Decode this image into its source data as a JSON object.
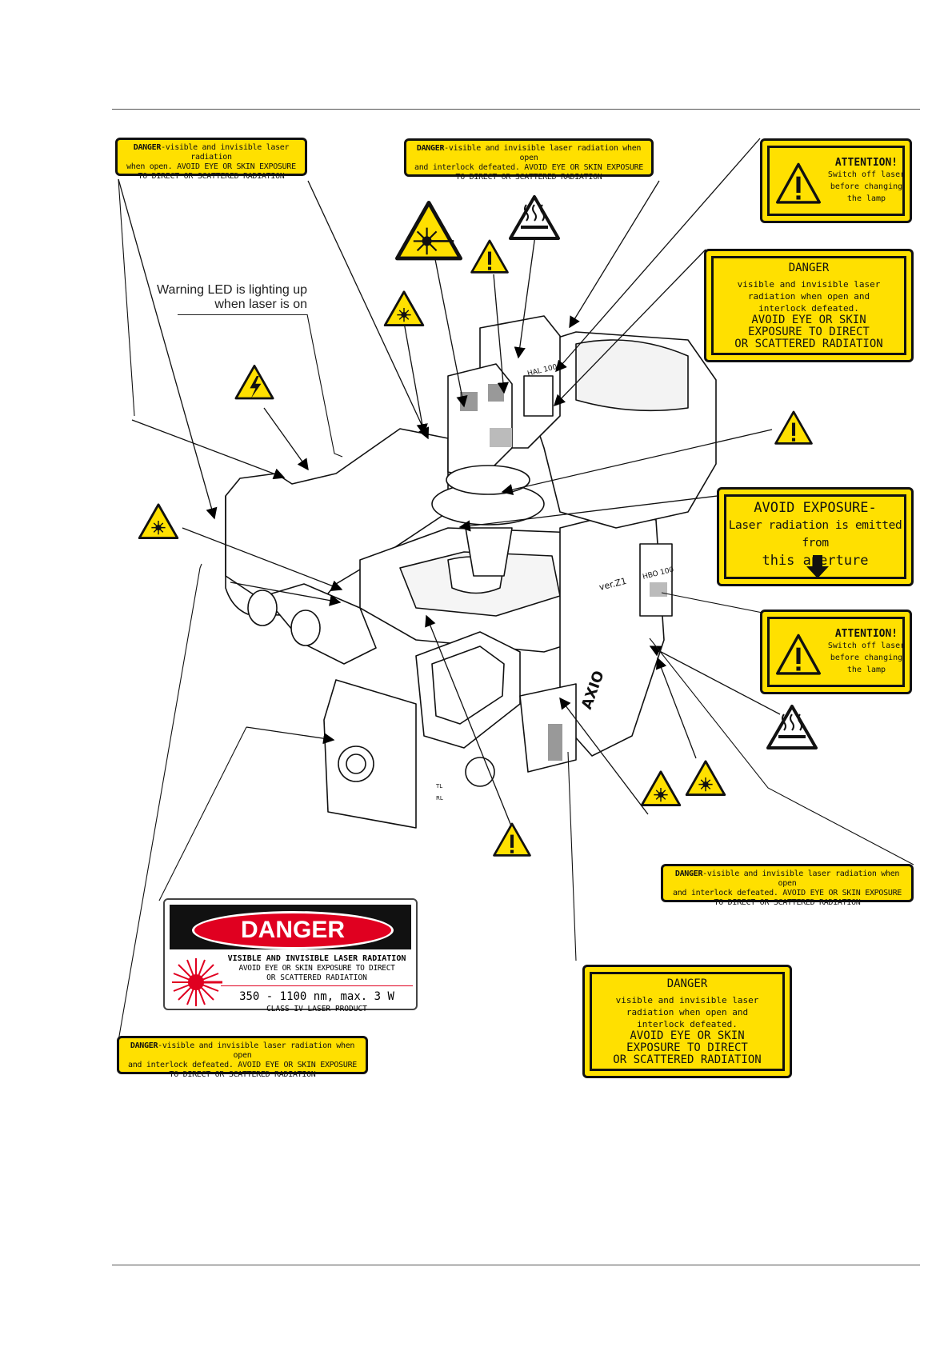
{
  "callout": {
    "led_line1": "Warning LED is lighting up",
    "led_line2": "when laser is on"
  },
  "strip_labels": {
    "top_left": {
      "bold": "DANGER",
      "l1": "-visible and invisible laser radiation",
      "l2": "when open. AVOID EYE OR SKIN EXPOSURE",
      "l3": "TO DIRECT OR SCATTERED RADIATION"
    },
    "top_center": {
      "bold": "DANGER",
      "l1": "-visible and invisible laser radiation when open",
      "l2": "and interlock defeated. AVOID EYE OR SKIN EXPOSURE",
      "l3": "TO DIRECT OR SCATTERED RADIATION"
    },
    "right_lower": {
      "bold": "DANGER",
      "l1": "-visible and invisible laser radiation when open",
      "l2": "and interlock defeated. AVOID EYE OR SKIN EXPOSURE",
      "l3": "TO DIRECT OR SCATTERED RADIATION"
    },
    "bottom_left": {
      "bold": "DANGER",
      "l1": "-visible and invisible laser radiation when open",
      "l2": "and interlock defeated. AVOID EYE OR SKIN EXPOSURE",
      "l3": "TO DIRECT OR SCATTERED RADIATION"
    }
  },
  "attention_labels": {
    "top": {
      "title": "ATTENTION!",
      "l1": "Switch off laser",
      "l2": "before changing",
      "l3": "the lamp"
    },
    "middle": {
      "title": "ATTENTION!",
      "l1": "Switch off laser",
      "l2": "before changing",
      "l3": "the lamp"
    }
  },
  "danger_labels": {
    "right": {
      "title": "DANGER",
      "l1": "visible and invisible laser",
      "l2": "radiation when open and",
      "l3": "interlock defeated.",
      "l4": "AVOID EYE OR SKIN",
      "l5": "EXPOSURE TO DIRECT",
      "l6": "OR SCATTERED RADIATION"
    },
    "bottom": {
      "title": "DANGER",
      "l1": "visible and invisible laser",
      "l2": "radiation when open and",
      "l3": "interlock defeated.",
      "l4": "AVOID EYE OR SKIN",
      "l5": "EXPOSURE TO DIRECT",
      "l6": "OR SCATTERED RADIATION"
    }
  },
  "aperture_label": {
    "l1": "AVOID EXPOSURE-",
    "l2": "Laser radiation is emitted from",
    "l3": "this aperture"
  },
  "danger_plate": {
    "header": "DANGER",
    "l1": "VISIBLE AND INVISIBLE LASER RADIATION",
    "l2": "AVOID EYE OR SKIN EXPOSURE TO DIRECT",
    "l3": "OR SCATTERED RADIATION",
    "l4": "350 - 1100 nm, max. 3 W",
    "l5": "CLASS IV LASER PRODUCT"
  },
  "device_markings": {
    "lamp_housing": "HAL 100",
    "hbo_housing": "HBO 100",
    "model": "ver.Z1",
    "brand": "AXIO",
    "tl": "TL",
    "rl": "RL"
  },
  "icons": [
    "laser-hazard-icon",
    "general-warning-icon",
    "hot-surface-icon",
    "electrical-hazard-icon"
  ],
  "colors": {
    "label_yellow": "#ffe000",
    "danger_red": "#e00020",
    "ink": "#111111"
  }
}
